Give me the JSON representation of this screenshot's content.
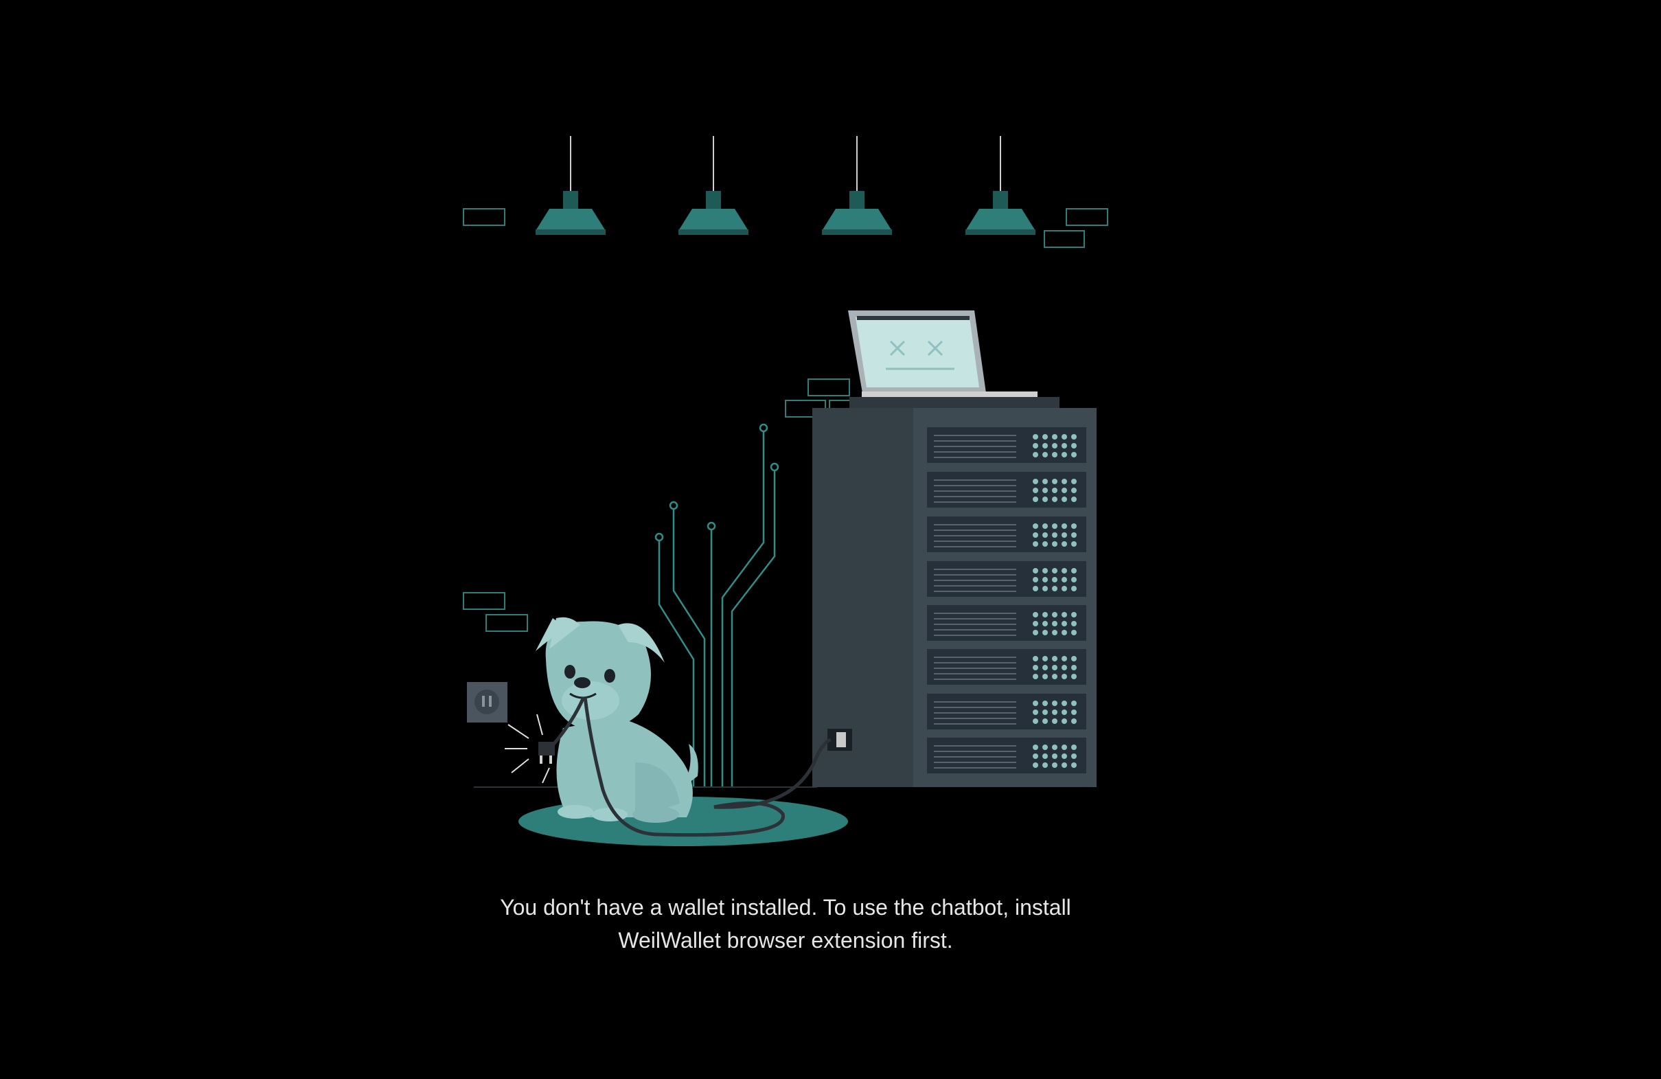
{
  "empty_state": {
    "message_line_1": "You don't have a wallet installed. To use the chatbot, install",
    "message_line_2": "WeilWallet browser extension first.",
    "illustration": "dog-unplugged-server-illustration"
  },
  "colors": {
    "background": "#000000",
    "text": "#e6e6e6",
    "accent_teal": "#2e7f7a",
    "dog": "#8fc1bf",
    "server": "#3a464e"
  }
}
